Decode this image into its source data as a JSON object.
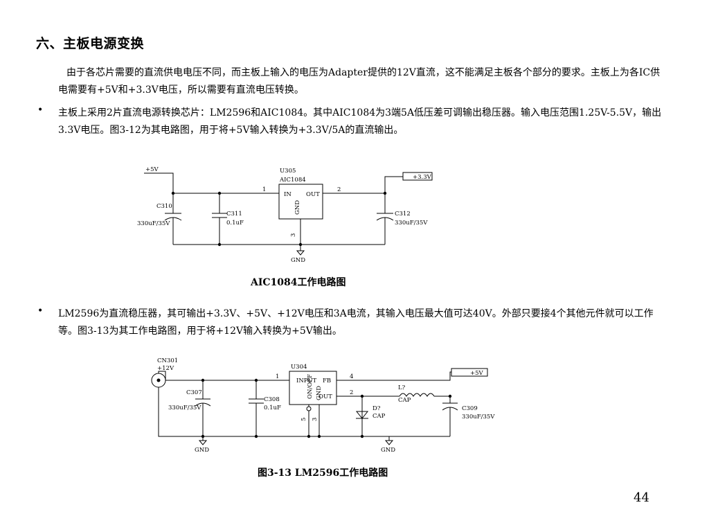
{
  "heading": "六、主板电源变换",
  "intro": "由于各芯片需要的直流供电电压不同，而主板上输入的电压为Adapter提供的12V直流，这不能满足主板各个部分的要求。主板上为各IC供电需要有+5V和+3.3V电压，所以需要有直流电压转换。",
  "bullets": [
    "主板上采用2片直流电源转换芯片：LM2596和AIC1084。其中AIC1084为3端5A低压差可调输出稳压器。输入电压范围1.25V-5.5V，输出3.3V电压。图3-12为其电路图，用于将+5V输入转换为+3.3V/5A的直流输出。",
    "LM2596为直流稳压器，其可输出+3.3V、+5V、+12V电压和3A电流，其输入电压最大值可达40V。外部只要接4个其他元件就可以工作等。图3-13为其工作电路图，用于将+12V输入转换为+5V输出。"
  ],
  "bullet_symbol": "•",
  "circuit1": {
    "caption": "AIC1084工作电路图",
    "in_label": "+5V",
    "out_label": "+3.3V",
    "chip_ref": "U305",
    "chip_name": "AIC1084",
    "pin_in": "IN",
    "pin_out": "OUT",
    "pin_gnd": "GND",
    "pin1": "1",
    "pin2": "2",
    "pin3": "3",
    "c310": "C310",
    "c310_val": "330uF/35V",
    "c311": "C311",
    "c311_val": "0.1uF",
    "c312": "C312",
    "c312_val": "330uF/35V",
    "gnd": "GND"
  },
  "circuit2": {
    "caption": "图3-13  LM2596工作电路图",
    "conn_ref": "CN301",
    "in_label": "+12V",
    "out_label": "+5V",
    "chip_ref": "U304",
    "pin_input": "INPUT",
    "pin_fb": "FB",
    "pin_onoff": "ON/OFF",
    "pin_gnd": "GND",
    "pin_out": "OUT",
    "pin1": "1",
    "pin2": "2",
    "pin3": "3",
    "pin4": "4",
    "pin5": "5",
    "c307": "C307",
    "c307_val": "330uF/35V",
    "c308": "C308",
    "c308_val": "0.1uF",
    "c309": "C309",
    "c309_val": "330uF/35V",
    "inductor_ref": "L?",
    "inductor_val": "CAP",
    "diode_ref": "D?",
    "diode_val": "CAP",
    "gnd": "GND"
  },
  "page_number": "44"
}
